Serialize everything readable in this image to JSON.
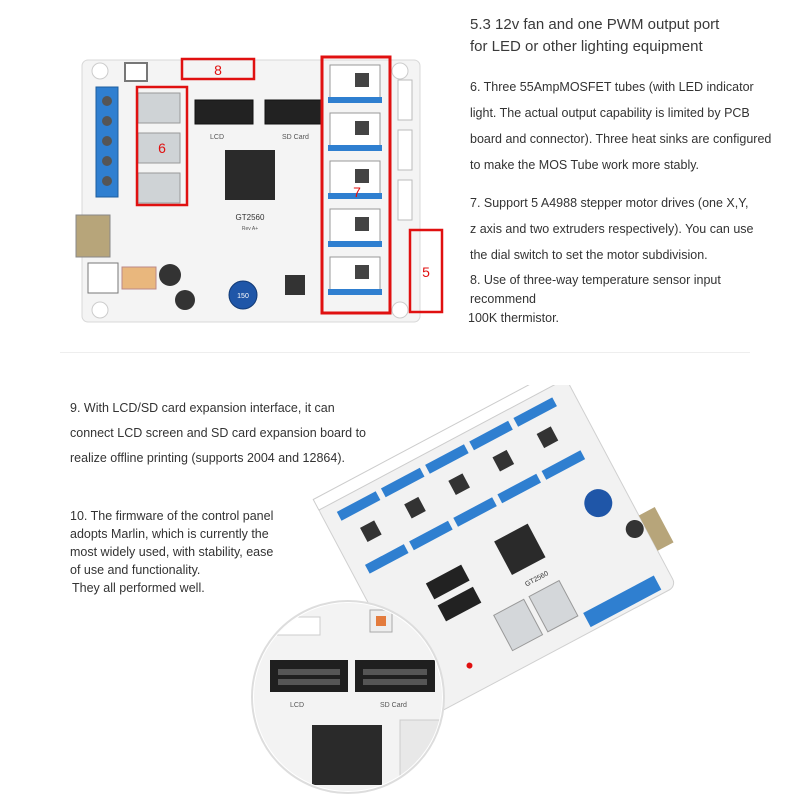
{
  "top_features": {
    "heading": [
      "5.3 12v fan and one PWM output port",
      "for LED or other lighting equipment"
    ],
    "item6": [
      "6. Three 55AmpMOSFET tubes (with LED indicator",
      "light. The actual output capability is limited by PCB",
      "board and connector). Three heat sinks are configured",
      "to make the MOS Tube work more stably."
    ],
    "item7": [
      "7. Support 5 A4988 stepper motor drives (one X,Y,",
      "z axis and two extruders respectively). You can use",
      "the dial switch to set the motor subdivision."
    ],
    "item8": [
      "8. Use of three-way temperature sensor input",
      "recommend",
      "100K thermistor."
    ]
  },
  "bottom_features": {
    "item9": [
      "9. With LCD/SD card expansion interface, it can",
      "connect LCD screen and SD card expansion board to",
      "realize offline printing (supports 2004 and 12864)."
    ],
    "item10": [
      "10. The firmware of the control panel",
      "adopts Marlin, which is currently the",
      "most widely used, with stability, ease",
      "of use and functionality.",
      "They all performed well."
    ]
  },
  "board_top": {
    "callouts": [
      "8",
      "6",
      "7",
      "5"
    ],
    "board_label": "GT2560",
    "board_sublabel": "Rev A+",
    "lcd_label": "LCD",
    "sd_label": "SD Card",
    "inductor_label": "150"
  },
  "board_bottom": {
    "board_label": "GT2560",
    "lcd_label": "LCD",
    "sd_label": "SD Card"
  },
  "colors": {
    "highlight": "#e01010",
    "pcb": "#f4f4f4",
    "terminal_blue": "#2f7fd0",
    "chip": "#2a2a2a"
  }
}
